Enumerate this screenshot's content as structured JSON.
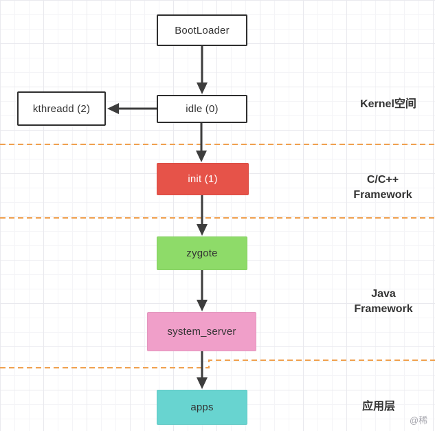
{
  "diagram": {
    "nodes": [
      {
        "id": "bootloader",
        "label": "BootLoader",
        "fill": "#ffffff"
      },
      {
        "id": "kthreadd",
        "label": "kthreadd (2)",
        "fill": "#ffffff"
      },
      {
        "id": "idle",
        "label": "idle (0)",
        "fill": "#ffffff"
      },
      {
        "id": "init",
        "label": "init (1)",
        "fill": "#e65349"
      },
      {
        "id": "zygote",
        "label": "zygote",
        "fill": "#8edb69"
      },
      {
        "id": "system_server",
        "label": "system_server",
        "fill": "#f09fc9"
      },
      {
        "id": "apps",
        "label": "apps",
        "fill": "#68d4d0"
      }
    ],
    "layer_labels": [
      {
        "text": "Kernel空间"
      },
      {
        "text": "C/C++\nFramework"
      },
      {
        "text": "Java\nFramework"
      },
      {
        "text": "应用层"
      }
    ],
    "colors": {
      "divider": "#f0a04e",
      "arrow": "#3d3d3d",
      "box_border": "#2e2e2e",
      "text_dark": "#333333",
      "text_light": "#ffffff"
    }
  },
  "watermark": "@稀"
}
